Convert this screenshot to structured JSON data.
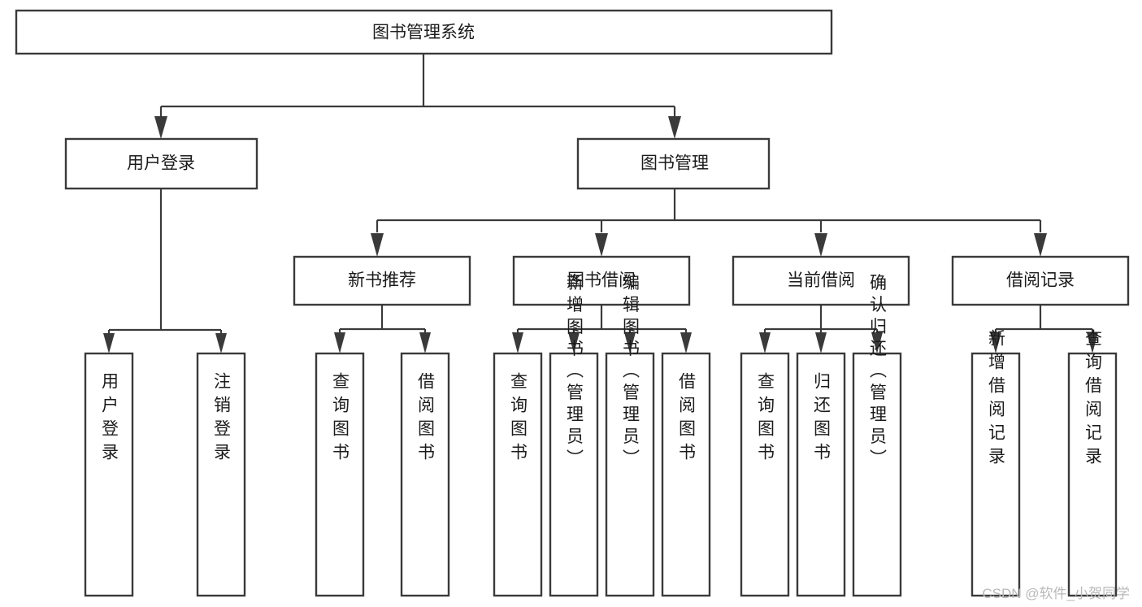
{
  "diagram": {
    "title": "图书管理系统",
    "type": "tree",
    "root": {
      "label": "图书管理系统",
      "children": [
        {
          "label": "用户登录",
          "children": [
            {
              "label": "用户登录"
            },
            {
              "label": "注销登录"
            }
          ]
        },
        {
          "label": "图书管理",
          "children": [
            {
              "label": "新书推荐",
              "children": [
                {
                  "label": "查询图书"
                },
                {
                  "label": "借阅图书"
                }
              ]
            },
            {
              "label": "图书借阅",
              "children": [
                {
                  "label": "查询图书"
                },
                {
                  "label": "新增图书（管理员）"
                },
                {
                  "label": "编辑图书（管理员）"
                },
                {
                  "label": "借阅图书"
                }
              ]
            },
            {
              "label": "当前借阅",
              "children": [
                {
                  "label": "查询图书"
                },
                {
                  "label": "归还图书"
                },
                {
                  "label": "确认归还（管理员）"
                }
              ]
            },
            {
              "label": "借阅记录",
              "children": [
                {
                  "label": "新增借阅记录"
                },
                {
                  "label": "查询借阅记录"
                }
              ]
            }
          ]
        }
      ]
    }
  },
  "nodes": {
    "root": "图书管理系统",
    "user_login": "用户登录",
    "book_manage": "图书管理",
    "new_book_rec": "新书推荐",
    "book_borrow": "图书借阅",
    "current_borrow": "当前借阅",
    "borrow_record": "借阅记录",
    "leaf_user_login": "用户登录",
    "leaf_logout": "注销登录",
    "leaf_nbr_query": "查询图书",
    "leaf_nbr_borrow": "借阅图书",
    "leaf_bb_query": "查询图书",
    "leaf_bb_add": "新增图书（管理员）",
    "leaf_bb_edit": "编辑图书（管理员）",
    "leaf_bb_borrow": "借阅图书",
    "leaf_cb_query": "查询图书",
    "leaf_cb_return": "归还图书",
    "leaf_cb_confirm": "确认归还（管理员）",
    "leaf_br_add": "新增借阅记录",
    "leaf_br_query": "查询借阅记录"
  },
  "watermark": {
    "text": "CSDN @软件_小贺同学"
  },
  "colors": {
    "stroke": "#3a3a3a",
    "fill": "#ffffff",
    "text": "#1b1b1b",
    "watermark": "#b9b9b9"
  }
}
